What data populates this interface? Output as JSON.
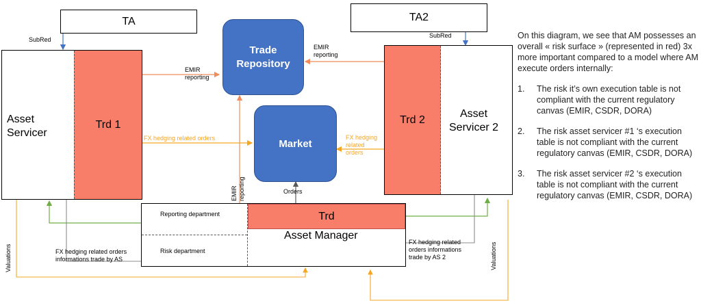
{
  "ta": {
    "label": "TA"
  },
  "ta2": {
    "label": "TA2"
  },
  "subred_left": "SubRed",
  "subred_right": "SubRed",
  "asset_servicer_1": {
    "label": "Asset\nServicer"
  },
  "trd1": {
    "label": "Trd 1"
  },
  "asset_servicer_2": {
    "label": "Asset\nServicer 2"
  },
  "trd2": {
    "label": "Trd 2"
  },
  "trade_repository": {
    "label": "Trade\nRepository"
  },
  "market": {
    "label": "Market"
  },
  "emir_left": "EMIR\nreporting",
  "emir_right": "EMIR\nreporting",
  "emir_vertical": "EMIR\nreporting",
  "fx_orders_left": "FX hedging related orders",
  "fx_orders_right": "FX hedging\nrelated\norders",
  "orders": "Orders",
  "asset_manager": {
    "title": "Asset Manager",
    "reporting_dept": "Reporting department",
    "risk_dept": "Risk department",
    "trd": "Trd"
  },
  "fx_info_left": "FX hedging related orders\ninformations trade by AS",
  "fx_info_right": "FX hedging related\norders informations\ntrade by AS 2",
  "valuations_left": "Valuations",
  "valuations_right": "Valuations",
  "side_text": {
    "intro": "On this diagram, we see that AM possesses an overall « risk surface » (represented in red) 3x more important compared to a model where AM execute orders internally:",
    "items": [
      {
        "num": "1.",
        "text": "The risk it’s own execution table is not compliant with the current regulatory canvas (EMIR, CSDR, DORA)"
      },
      {
        "num": "2.",
        "text": "The risk asset servicer #1 ‘s execution table is not compliant with the current regulatory canvas (EMIR, CSDR, DORA)"
      },
      {
        "num": "3.",
        "text": "The risk asset servicer #2 ‘s execution table is not compliant with the current regulatory canvas (EMIR, CSDR, DORA)"
      }
    ]
  },
  "colors": {
    "blue": "#4472c4",
    "salmon": "#f97e6a",
    "orange": "#f5a623",
    "green": "#70ad47",
    "grey": "#8c8c8c"
  }
}
